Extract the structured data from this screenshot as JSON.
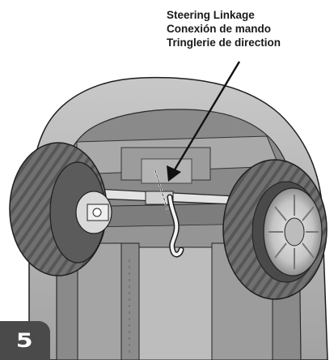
{
  "figure": {
    "callout_lines": [
      "Steering Linkage",
      "Conexión de mando",
      "Tringlerie de direction"
    ],
    "step_number": "5"
  },
  "colors": {
    "body_light": "#b9b9b9",
    "body_mid": "#9b9b9b",
    "body_dark": "#5d5d5d",
    "tire": "#6f6f6f",
    "tire_dark": "#3e3e3e",
    "rim": "#d6d6d6",
    "badge": "#4a4a4a",
    "outline": "#1e1e1e"
  }
}
